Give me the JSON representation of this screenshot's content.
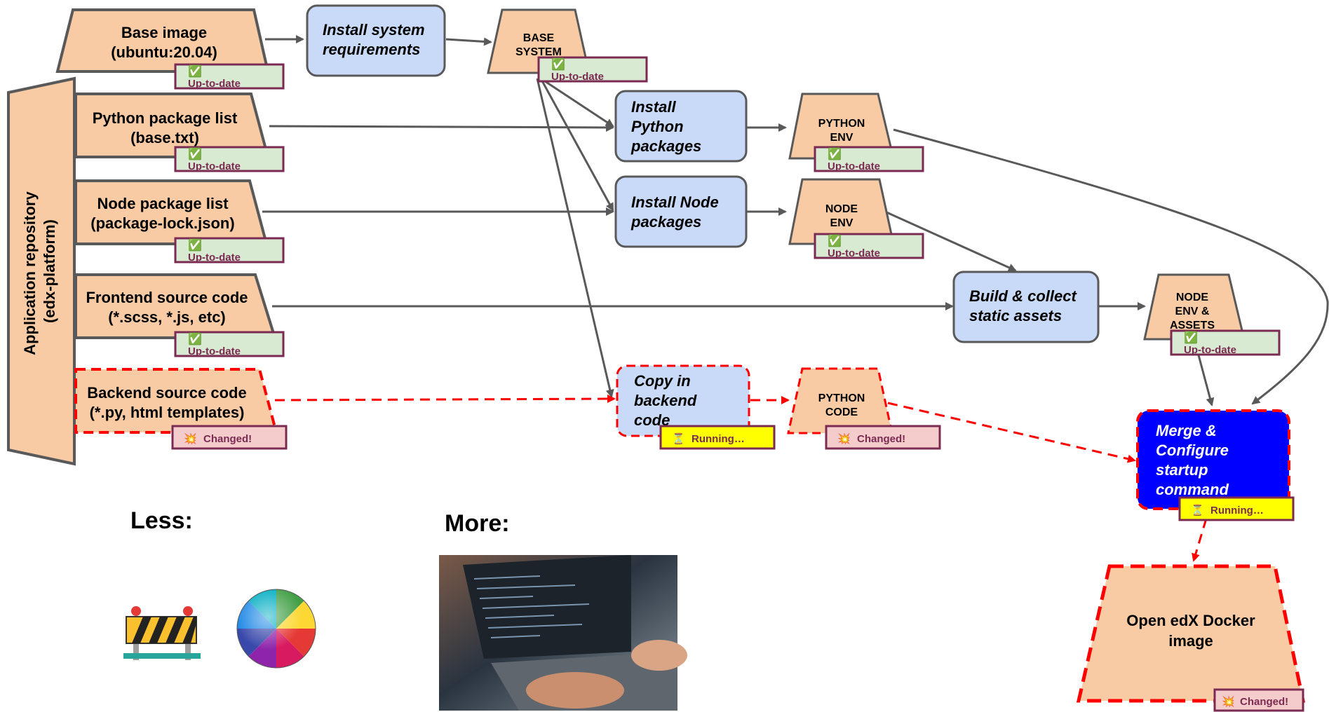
{
  "artifacts": {
    "base_image": {
      "line1": "Base image",
      "line2": "(ubuntu:20.04)"
    },
    "python_list": {
      "line1": "Python package list",
      "line2": "(base.txt)"
    },
    "node_list": {
      "line1": "Node package list",
      "line2": "(package-lock.json)"
    },
    "frontend": {
      "line1": "Frontend source code",
      "line2": "(*.scss, *.js, etc)"
    },
    "backend": {
      "line1": "Backend source code",
      "line2": "(*.py, html templates)"
    },
    "base_system": {
      "line1": "BASE",
      "line2": "SYSTEM"
    },
    "python_env": {
      "line1": "PYTHON",
      "line2": "ENV"
    },
    "node_env": {
      "line1": "NODE",
      "line2": "ENV"
    },
    "node_assets": {
      "line1": "NODE",
      "line2": "ENV &",
      "line3": "ASSETS"
    },
    "python_code": {
      "line1": "PYTHON",
      "line2": "CODE"
    },
    "final_image": {
      "line1": "Open edX Docker",
      "line2": "image"
    }
  },
  "repository": {
    "line1": "Application repository",
    "line2": "(edx-platform)"
  },
  "steps": {
    "install_system": {
      "line1": "Install system",
      "line2": "requirements"
    },
    "install_python": {
      "line1": "Install",
      "line2": "Python",
      "line3": "packages"
    },
    "install_node": {
      "line1": "Install Node",
      "line2": "packages"
    },
    "build_assets": {
      "line1": "Build & collect",
      "line2": "static assets"
    },
    "copy_backend": {
      "line1": "Copy in",
      "line2": "backend",
      "line3": "code"
    },
    "merge": {
      "line1": "Merge &",
      "line2": "Configure",
      "line3": "startup",
      "line4": "command"
    }
  },
  "badges": {
    "uptodate_icon": "✅",
    "uptodate": "Up-to-date",
    "changed_icon": "💥",
    "changed": "Changed!",
    "running_icon": "⏳",
    "running": "Running…"
  },
  "labels": {
    "less": "Less:",
    "more": "More:"
  },
  "colors": {
    "artifact_fill": "#f8cba5",
    "step_fill": "#c9daf8",
    "merge_fill": "#0000ff",
    "changed_stroke": "#ff0000",
    "normal_stroke": "#595959",
    "uptodate_fill": "#d9ead3",
    "changed_fill": "#f4cccc",
    "running_fill": "#ffff00",
    "badge_border": "#7b2b52"
  },
  "icons": [
    "construction-barrier-icon",
    "spinning-wheel-icon",
    "laptop-coding-photo"
  ]
}
